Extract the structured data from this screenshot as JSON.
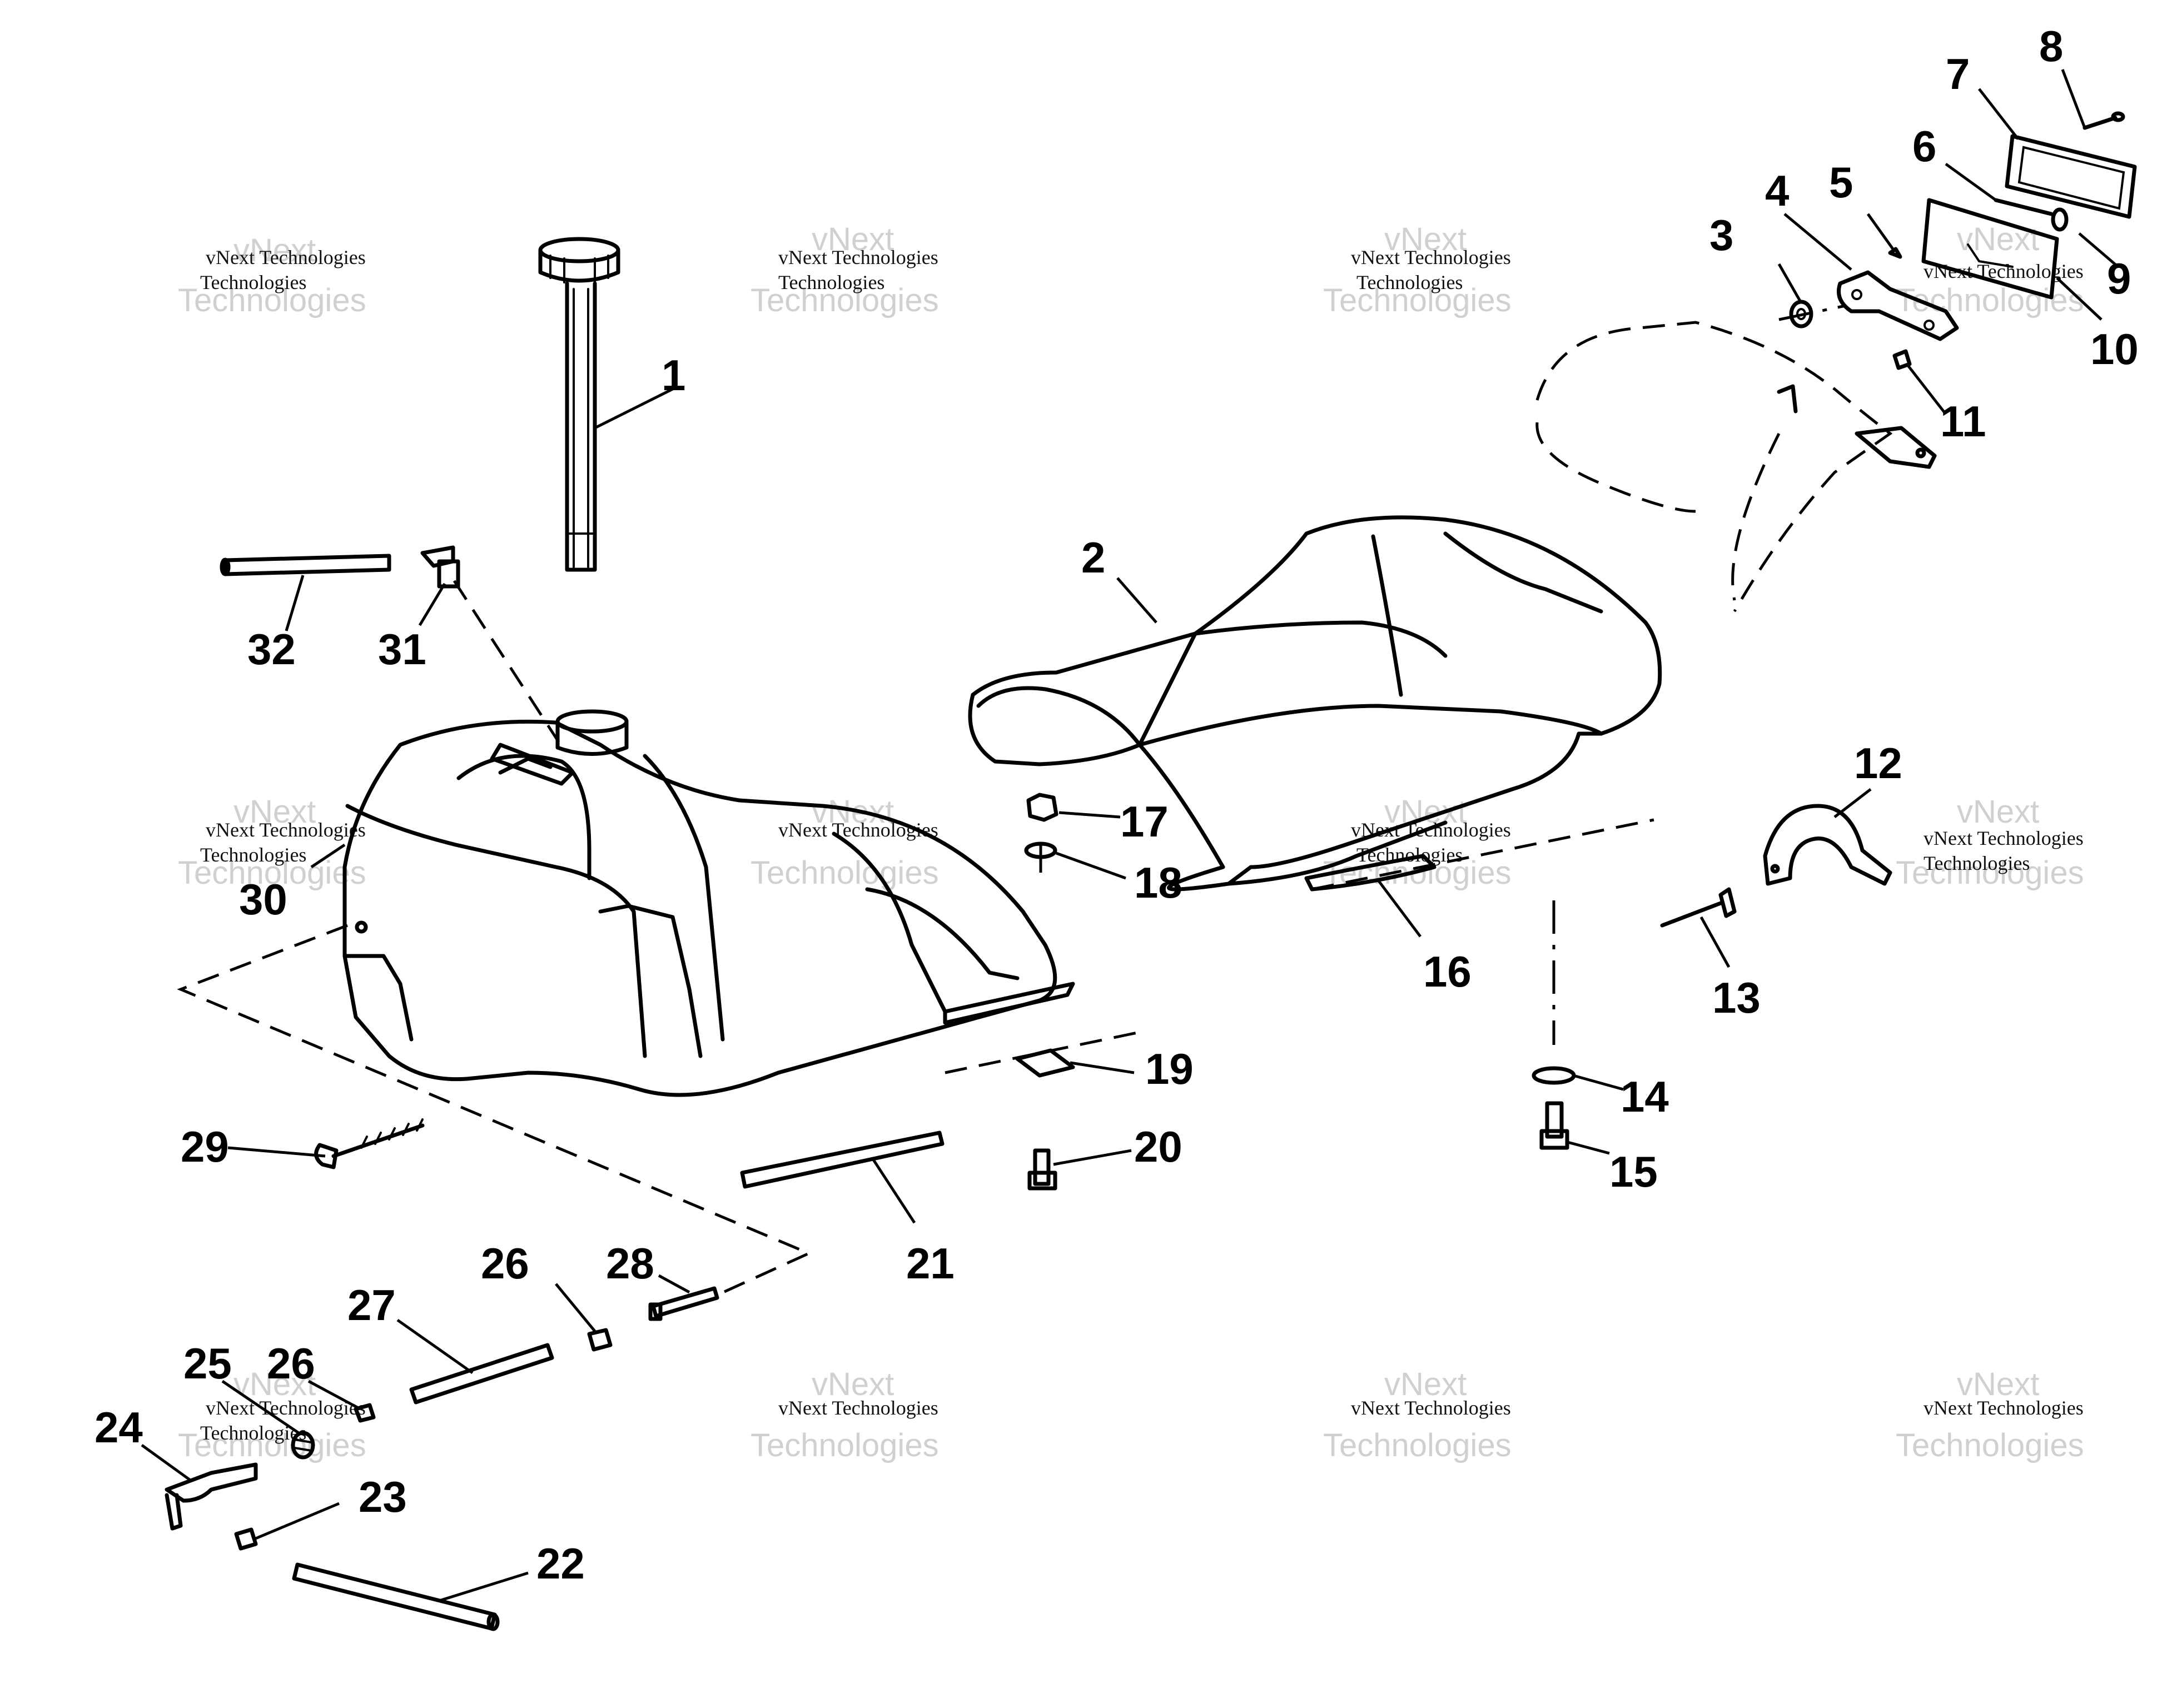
{
  "watermark": {
    "line1": "vNext Technologies",
    "line2": "Technologies",
    "ghost": "vNext"
  },
  "callouts": [
    "1",
    "2",
    "3",
    "4",
    "5",
    "6",
    "7",
    "8",
    "9",
    "10",
    "11",
    "12",
    "13",
    "14",
    "15",
    "16",
    "17",
    "18",
    "19",
    "20",
    "21",
    "22",
    "23",
    "24",
    "25",
    "26",
    "26",
    "27",
    "28",
    "29",
    "30",
    "31",
    "32"
  ]
}
